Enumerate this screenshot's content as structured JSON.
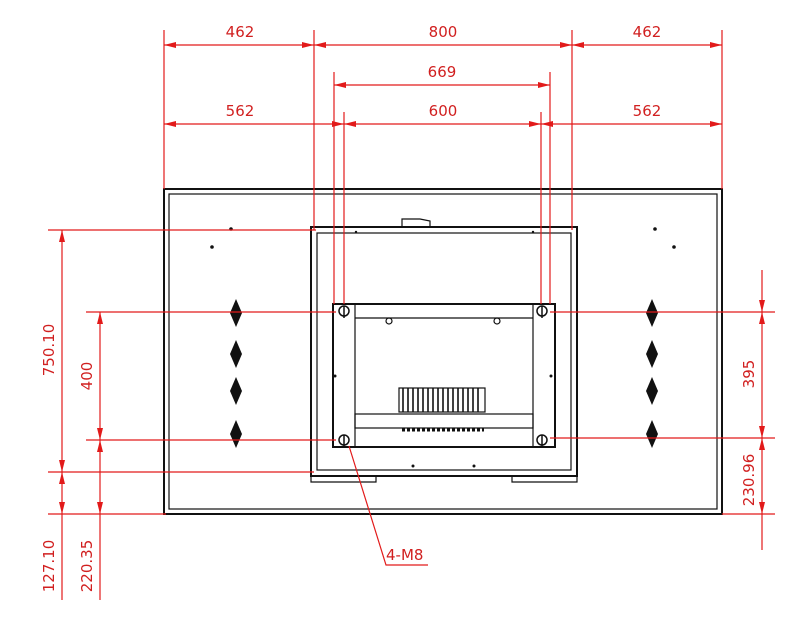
{
  "dimensions": {
    "top_left_outer": "462",
    "top_center_outer": "800",
    "top_right_outer": "462",
    "top_center_mid": "669",
    "top_left_inner": "562",
    "top_center_inner": "600",
    "top_right_inner": "562",
    "left_height_total": "750.10",
    "left_vesa": "400",
    "left_bottom_outer": "127.10",
    "left_bottom_inner": "220.35",
    "right_vesa": "395",
    "right_bottom": "230.96"
  },
  "callout": {
    "label": "4-M8"
  },
  "colors": {
    "dimension": "#e21a1a",
    "outline": "#111111",
    "background": "#ffffff"
  }
}
